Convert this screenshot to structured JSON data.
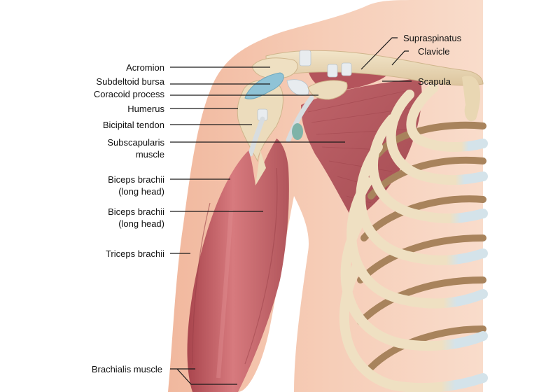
{
  "diagram": {
    "subject": "Shoulder and upper arm muscle anatomy (anterior view)",
    "colors": {
      "background": "#ffffff",
      "skin": "#f4c4ac",
      "skin_light": "#f8d6c4",
      "muscle": "#b85a60",
      "muscle_light": "#d9797d",
      "bone": "#ecdcbc",
      "bone_shadow": "#a8835c",
      "cartilage": "#cfe0e8",
      "bursa": "#8fc3d6",
      "leader_line": "#1a1a1a"
    },
    "labels_left": [
      {
        "id": "acromion",
        "line1": "Acromion",
        "line2": ""
      },
      {
        "id": "subdeltoid-bursa",
        "line1": "Subdeltoid bursa",
        "line2": ""
      },
      {
        "id": "coracoid-process",
        "line1": "Coracoid process",
        "line2": ""
      },
      {
        "id": "humerus",
        "line1": "Humerus",
        "line2": ""
      },
      {
        "id": "bicipital-tendon",
        "line1": "Bicipital tendon",
        "line2": ""
      },
      {
        "id": "subscapularis-muscle",
        "line1": "Subscapularis",
        "line2": "muscle"
      },
      {
        "id": "biceps-brachii-1",
        "line1": "Biceps brachii",
        "line2": "(long head)"
      },
      {
        "id": "biceps-brachii-2",
        "line1": "Biceps brachii",
        "line2": "(long head)"
      },
      {
        "id": "triceps-brachii",
        "line1": "Triceps brachii",
        "line2": ""
      },
      {
        "id": "brachialis-muscle",
        "line1": "Brachialis muscle",
        "line2": ""
      }
    ],
    "labels_right": [
      {
        "id": "supraspinatus",
        "line1": "Supraspinatus"
      },
      {
        "id": "clavicle",
        "line1": "Clavicle"
      },
      {
        "id": "scapula",
        "line1": "Scapula"
      }
    ]
  }
}
